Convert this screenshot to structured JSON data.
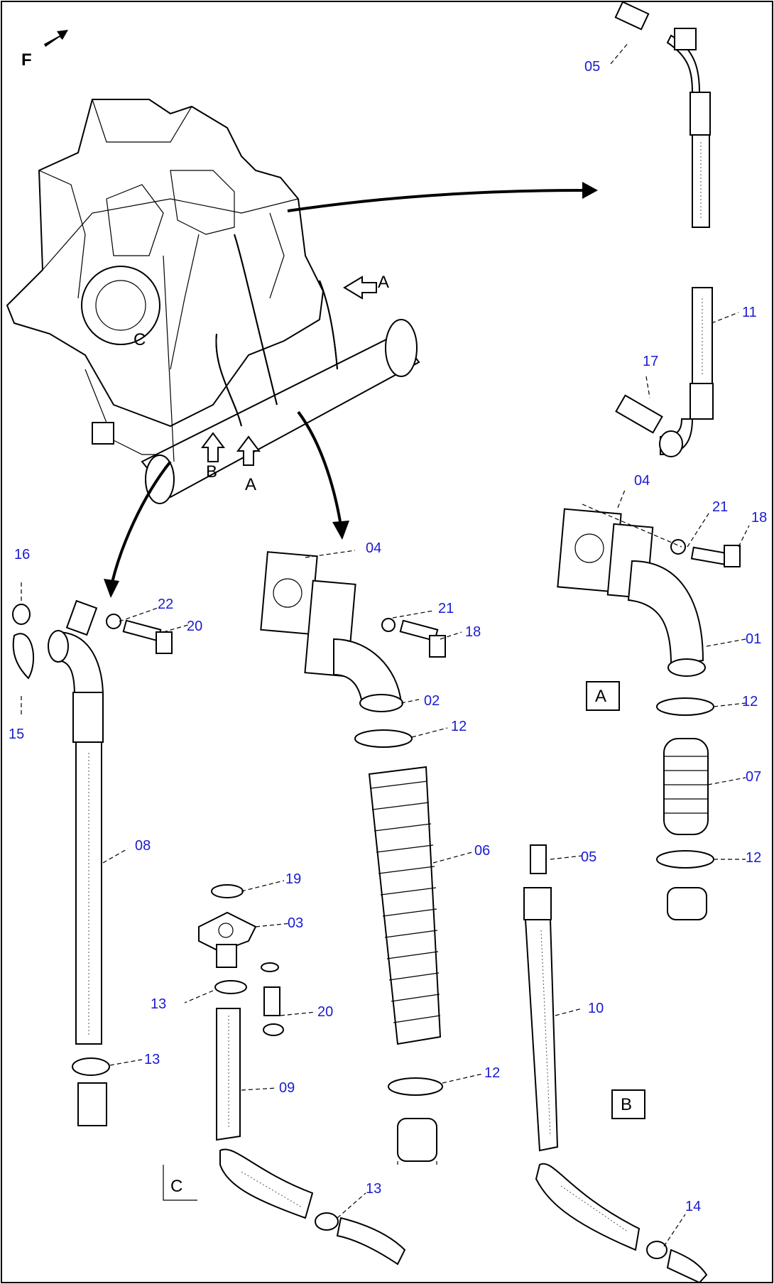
{
  "diagram": {
    "orientation_mark": "F",
    "view_letters": {
      "A": "A",
      "B": "B",
      "C": "C"
    },
    "callouts": {
      "n01": "01",
      "n02": "02",
      "n03": "03",
      "n04": "04",
      "n05": "05",
      "n06": "06",
      "n07": "07",
      "n08": "08",
      "n09": "09",
      "n10": "10",
      "n11": "11",
      "n12": "12",
      "n13": "13",
      "n14": "14",
      "n15": "15",
      "n16": "16",
      "n17": "17",
      "n18": "18",
      "n19": "19",
      "n20": "20",
      "n21": "21",
      "n22": "22"
    },
    "label_color": "#1a1ad0",
    "line_color": "#000000"
  }
}
